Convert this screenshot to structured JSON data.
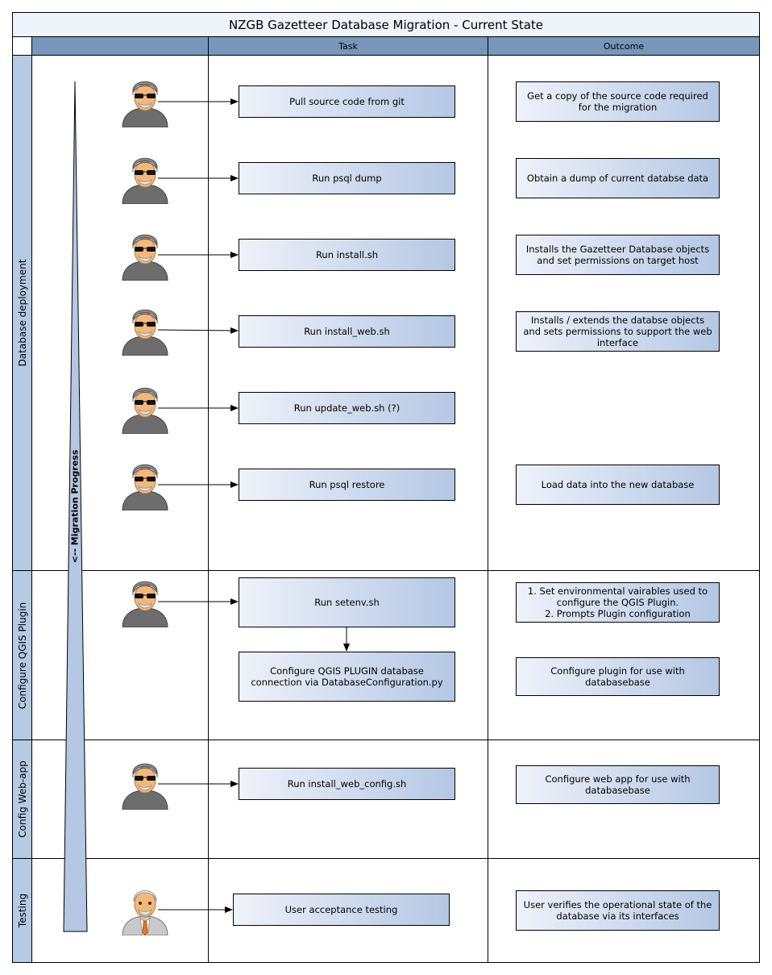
{
  "title": "NZGB Gazetteer Database Migration - Current State",
  "columns": {
    "task": "Task",
    "outcome": "Outcome"
  },
  "lanes": [
    {
      "label": "Database deployment"
    },
    {
      "label": "Configure QGIS Plugin"
    },
    {
      "label": "Config Web-app"
    },
    {
      "label": "Testing"
    }
  ],
  "progress_label": "<-- Migration Progress",
  "tasks": [
    "Pull source code from git",
    "Run psql dump",
    "Run install.sh",
    "Run install_web.sh",
    "Run update_web.sh (?)",
    "Run psql  restore",
    "Run setenv.sh",
    "Configure QGIS PLUGIN database connection via DatabaseConfiguration.py",
    "Run install_web_config.sh",
    "User acceptance testing"
  ],
  "outcomes": [
    "Get a copy of the source code required for the migration",
    "Obtain a dump of current databse data",
    "Installs the Gazetteer Database objects and set permissions on target host",
    "Installs / extends the databse objects and sets permissions to support the web interface",
    "Load data into the new database",
    "1. Set environmental vairables used to configure the QGIS Plugin.\n2. Prompts Plugin configuration",
    "Configure plugin for use with databasebase",
    "Configure web app for use with databasebase",
    "User verifies the operational state of the database via its interfaces"
  ],
  "icons": {
    "operator": "hooded-person-with-sunglasses-icon",
    "tester": "business-person-with-tie-icon"
  },
  "colors": {
    "header": "#7796ba",
    "lane_label": "#b5cae3",
    "title_bg": "#eef4fb",
    "box_light": "#eef2fa",
    "box_dark": "#b4c7e3"
  }
}
